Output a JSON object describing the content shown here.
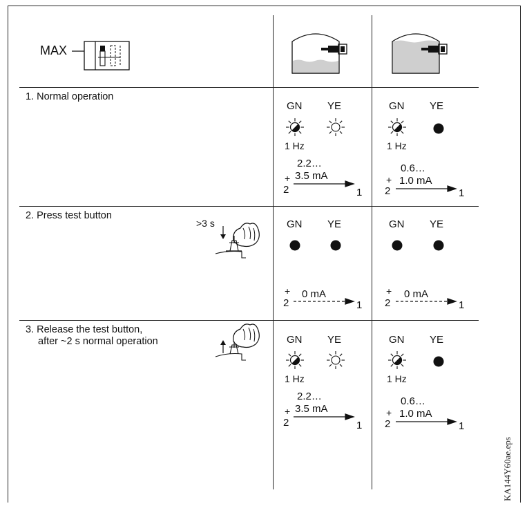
{
  "switch_label": "MAX",
  "steps": [
    {
      "label": "1.  Normal operation"
    },
    {
      "label": "2.  Press test button",
      "timing": ">3 s"
    },
    {
      "label_line1": "3.  Release the test button,",
      "label_line2": "after ~2 s normal operation"
    }
  ],
  "led_labels": {
    "green": "GN",
    "yellow": "YE"
  },
  "freq": "1 Hz",
  "cells": {
    "row1_col1": {
      "current_top": "2.2…",
      "current_bottom": "3.5 mA",
      "plus": "+",
      "term_left": "2",
      "term_right": "1"
    },
    "row1_col2": {
      "current_top": "0.6…",
      "current_bottom": "1.0 mA",
      "plus": "+",
      "term_left": "2",
      "term_right": "1"
    },
    "row2_col1": {
      "current": "0 mA",
      "plus": "+",
      "term_left": "2",
      "term_right": "1"
    },
    "row2_col2": {
      "current": "0 mA",
      "plus": "+",
      "term_left": "2",
      "term_right": "1"
    },
    "row3_col1": {
      "current_top": "2.2…",
      "current_bottom": "3.5 mA",
      "plus": "+",
      "term_left": "2",
      "term_right": "1"
    },
    "row3_col2": {
      "current_top": "0.6…",
      "current_bottom": "1.0 mA",
      "plus": "+",
      "term_left": "2",
      "term_right": "1"
    }
  },
  "file_label": "KA144Y60ae.eps",
  "icons": [
    "tank-low-level-icon",
    "tank-high-level-icon",
    "max-switch-icon",
    "hand-press-icon",
    "hand-release-icon",
    "led-flashing-icon",
    "led-lit-icon",
    "led-on-icon"
  ]
}
